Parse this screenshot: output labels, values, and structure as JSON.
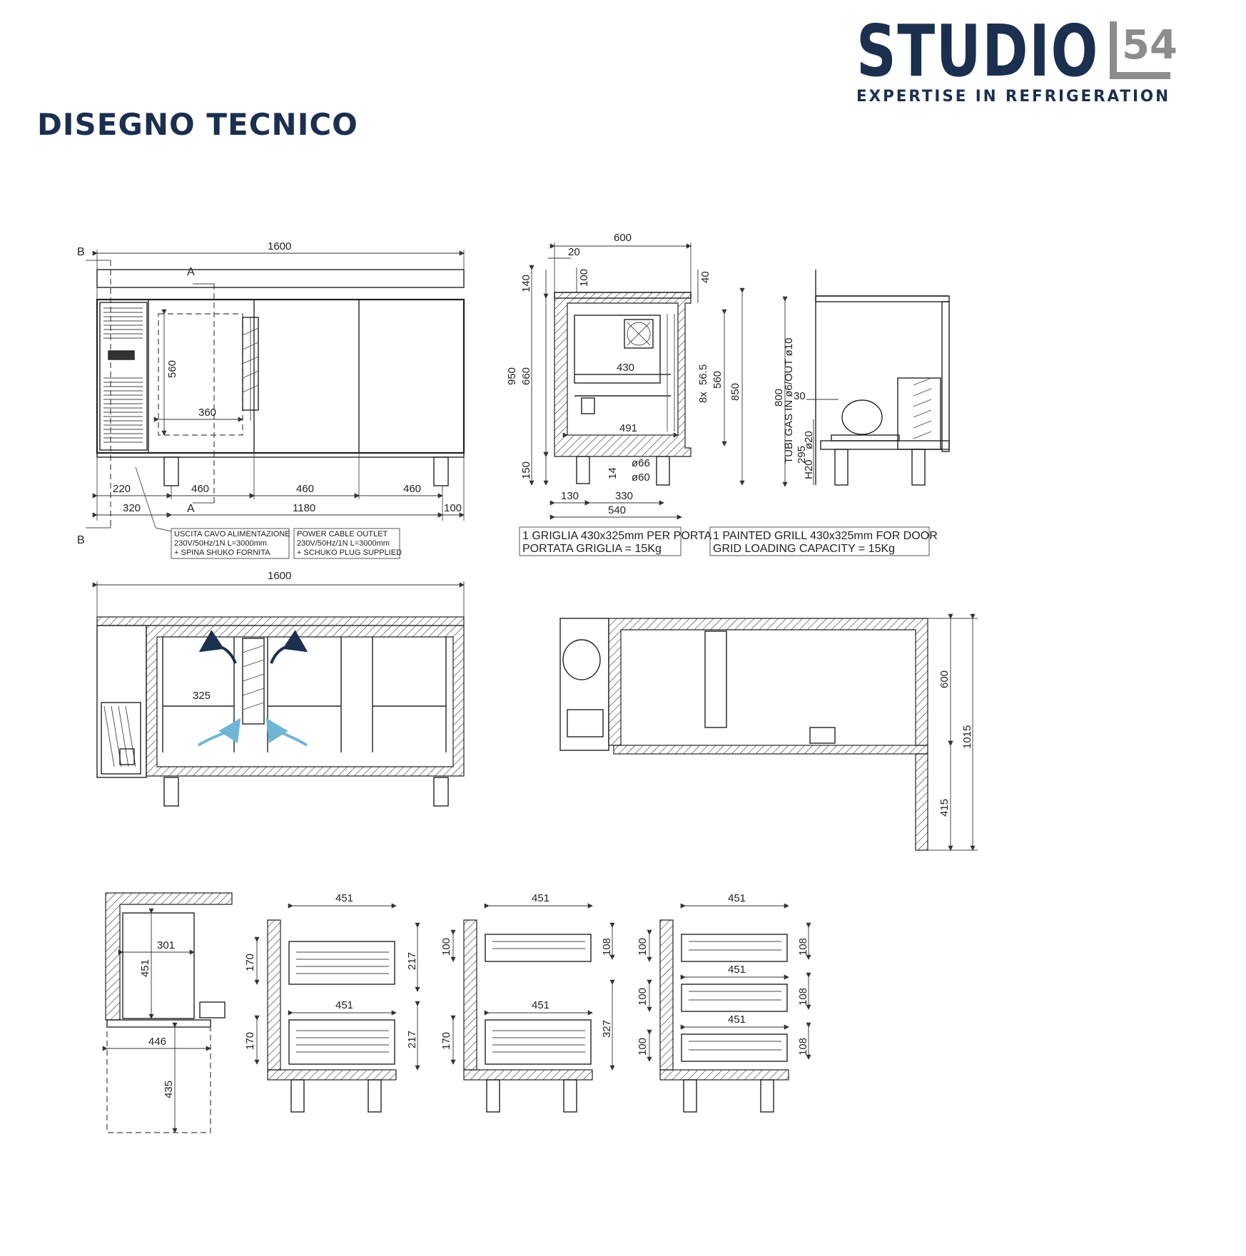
{
  "title": "DISEGNO TECNICO",
  "logo": {
    "brand": "STUDIO",
    "number": "54",
    "tagline": "EXPERTISE IN REFRIGERATION",
    "colors": {
      "navy": "#1b2f4f",
      "grey": "#8c8c8c"
    }
  },
  "front_view": {
    "section_marks": [
      "B",
      "A",
      "A",
      "B"
    ],
    "dims": {
      "overall_width": "1600",
      "inner_height": "560",
      "inner_width": "360",
      "leg_left": "220",
      "door_1": "460",
      "door_2": "460",
      "door_3": "460",
      "comp": "320",
      "length_inner": "1180",
      "end_offset": "100"
    },
    "note_it": [
      "USCITA CAVO ALIMENTAZIONE",
      "230V/50Hz/1N L=3000mm",
      "+ SPINA SHUKO FORNITA"
    ],
    "note_en": [
      "POWER CABLE OUTLET",
      "230V/50Hz/1N L=3000mm",
      "+ SCHUKO PLUG SUPPLIED"
    ]
  },
  "side_view": {
    "dims": {
      "depth": "600",
      "top_offset": "20",
      "top_a": "140",
      "top_b": "100",
      "top_c": "40",
      "height_total": "950",
      "height_inner": "660",
      "grill_width": "430",
      "rails": "8x",
      "rail_pitch": "56.5",
      "inner_h": "560",
      "height_850": "850",
      "inner_width": "491",
      "leg_h": "150",
      "pipe_66": "ø66",
      "pipe_60": "ø60",
      "drain": "14",
      "leg_front": "130",
      "leg_span": "330",
      "leg_total": "540"
    },
    "note_it": [
      "1 GRIGLIA 430x325mm PER PORTA",
      "PORTATA GRIGLIA = 15Kg"
    ],
    "note_en": [
      "1  PAINTED GRILL 430x325mm FOR DOOR",
      "GRID LOADING CAPACITY = 15Kg"
    ]
  },
  "section_view": {
    "dims": {
      "pipes": "TUBI GAS IN ø6/OUT ø10",
      "h800": "800",
      "h30": "30",
      "h295": "295",
      "h2o": "H20",
      "d20": "ø20"
    }
  },
  "plan_view": {
    "dims": {
      "overall_width": "1600",
      "grill": "325"
    }
  },
  "top_view": {
    "dims": {
      "depth": "600",
      "door_open": "415",
      "total": "1015"
    }
  },
  "drawer_views": {
    "single": {
      "w": "301",
      "h": "451",
      "base": "446",
      "open": "435"
    },
    "two_drawer": {
      "w1": "451",
      "w2": "451",
      "h1": "170",
      "h2": "170",
      "d1": "217",
      "d2": "217"
    },
    "mixed": {
      "w1": "451",
      "w2": "451",
      "h1": "100",
      "h2": "170",
      "d1": "108",
      "d2": "327"
    },
    "three_drawer": {
      "w1": "451",
      "w2": "451",
      "w3": "451",
      "h1": "100",
      "h2": "100",
      "h3": "100",
      "d1": "108",
      "d2": "108",
      "d3": "108"
    }
  }
}
